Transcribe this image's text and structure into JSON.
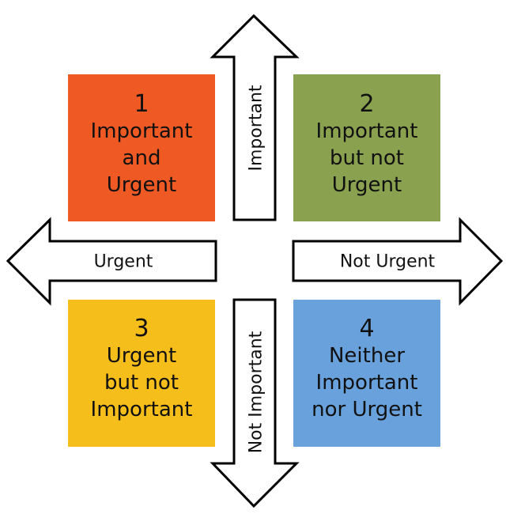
{
  "colors": {
    "quadrant_1": "#ef5a24",
    "quadrant_2": "#8aa24f",
    "quadrant_3": "#f6be1a",
    "quadrant_4": "#69a1dc"
  },
  "quadrants": [
    {
      "number": "1",
      "lines": [
        "Important",
        "and",
        "Urgent"
      ]
    },
    {
      "number": "2",
      "lines": [
        "Important",
        "but not",
        "Urgent"
      ]
    },
    {
      "number": "3",
      "lines": [
        "Urgent",
        "but not",
        "Important"
      ]
    },
    {
      "number": "4",
      "lines": [
        "Neither",
        "Important",
        "nor Urgent"
      ]
    }
  ],
  "arrows": {
    "up": "Important",
    "down": "Not Important",
    "left": "Urgent",
    "right": "Not Urgent"
  }
}
